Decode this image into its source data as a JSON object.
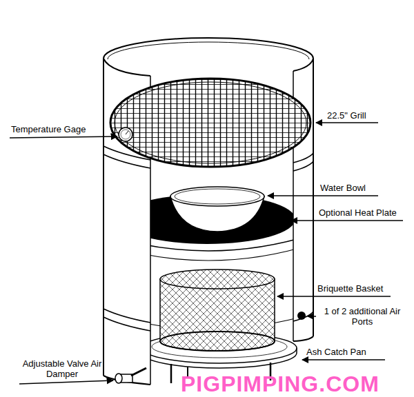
{
  "diagram": {
    "labels": [
      "Temperature Gage",
      "22.5\" Grill",
      "Water Bowl",
      "Optional Heat Plate",
      "Briquette Basket",
      "1 of 2 additional Air Ports",
      "Ash Catch Pan",
      "Adjustable Valve Air Damper",
      "PIGPIMPING.COM"
    ]
  }
}
